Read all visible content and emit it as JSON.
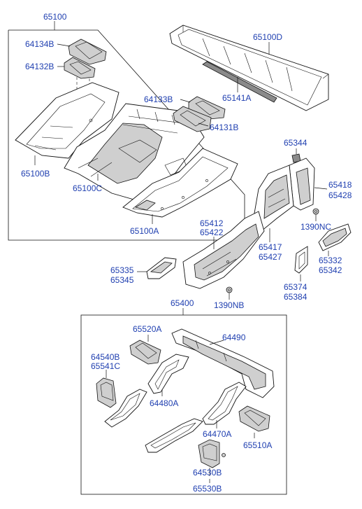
{
  "labels": {
    "floor_assembly": "65100",
    "cargo_floor": "65100D",
    "bracket_a": "64134B",
    "bracket_b": "64132B",
    "bracket_c": "64133B",
    "bracket_d": "64131B",
    "seal": "65141A",
    "rear_floor": "65100B",
    "center_floor": "65100C",
    "front_floor": "65100A",
    "panel_344": "65344",
    "panel_418": "65418",
    "panel_428": "65428",
    "nut_nc": "1390NC",
    "member_412": "65412",
    "member_422": "65422",
    "member_417": "65417",
    "member_427": "65427",
    "rail_332": "65332",
    "rail_342": "65342",
    "plate_335": "65335",
    "plate_345": "65345",
    "nut_nb": "1390NB",
    "gusset_374": "65374",
    "gusset_384": "65384",
    "frame_assembly": "65400",
    "reinf_520": "65520A",
    "crossmember": "64490",
    "bracket_540": "64540B",
    "bracket_541": "65541C",
    "rail_480": "64480A",
    "rail_470": "64470A",
    "reinf_510": "65510A",
    "bracket_530b": "64530B",
    "bracket_530": "65530B"
  }
}
